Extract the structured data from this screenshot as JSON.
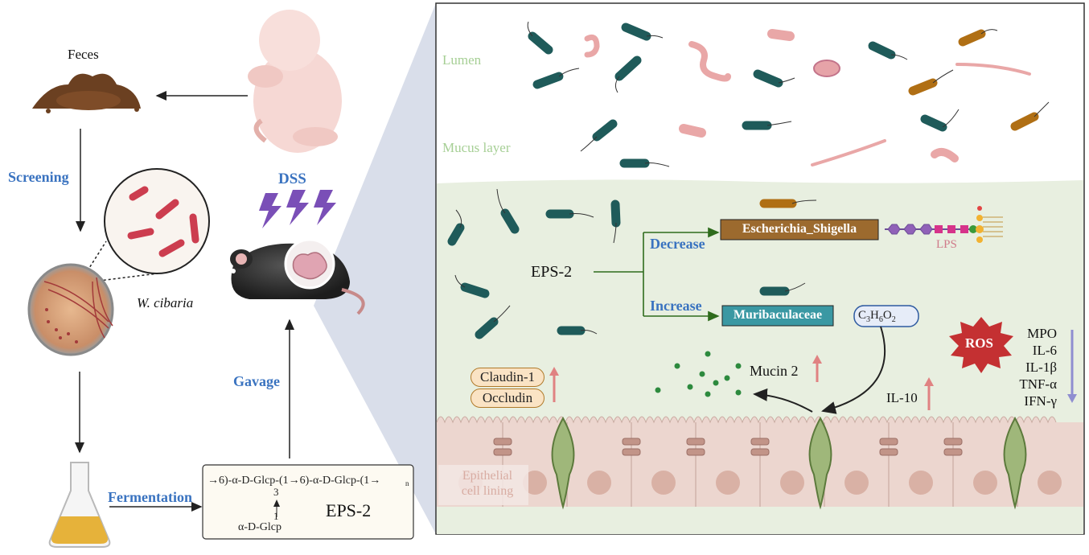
{
  "left_panel": {
    "feces_label": "Feces",
    "screening_label": "Screening",
    "strain_label": "W. cibaria",
    "fermentation_label": "Fermentation",
    "gavage_label": "Gavage",
    "dss_label": "DSS",
    "structure": {
      "line1": "→6)-α-D-Glcp-(1→6)-α-D-Glcp-(1→",
      "branch_num_top": "3",
      "branch_num_bottom": "1",
      "branch_unit": "α-D-Glcp",
      "subscript_n": "n",
      "name": "EPS-2"
    }
  },
  "right_panel": {
    "lumen_label": "Lumen",
    "mucus_label": "Mucus layer",
    "eps_label": "EPS-2",
    "decrease_label": "Decrease",
    "increase_label": "Increase",
    "escherichia_label": "Escherichia_Shigella",
    "muribaculaceae_label": "Muribaculaceae",
    "lps_label": "LPS",
    "propionate_label": "C3H6O2",
    "ros_label": "ROS",
    "cytokines": [
      "MPO",
      "IL-6",
      "IL-1β",
      "TNF-α",
      "IFN-γ"
    ],
    "mucin_label": "Mucin 2",
    "il10_label": "IL-10",
    "claudin_label": "Claudin-1",
    "occludin_label": "Occludin",
    "epithelial_label_line1": "Epithelial",
    "epithelial_label_line2": "cell lining"
  },
  "colors": {
    "zoom_wedge": "#d9deea",
    "mucus_bg": "#e8efe0",
    "epithelium_bg": "#ecd6cf",
    "escherichia_box": "#9c6a2e",
    "muribaculaceae_box": "#3a98a3",
    "bacteria_teal": "#1f5b5a",
    "bacteria_orange": "#b06f14",
    "bacteria_pink": "#e9a7a7",
    "ros_red": "#c43032",
    "arrow_green": "#2e6b1c",
    "up_arrow": "#e08282",
    "down_arrow": "#8f8ed0"
  }
}
